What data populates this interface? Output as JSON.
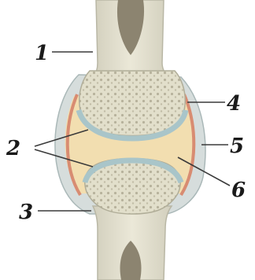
{
  "diagram": {
    "labels": {
      "l1": "1",
      "l2": "2",
      "l3": "3",
      "l4": "4",
      "l5": "5",
      "l6": "6"
    },
    "colors": {
      "bone_outline": "#b8b8a8",
      "bone_fill": "#e4e1cf",
      "spongy_fill": "#d9d5bf",
      "marrow": "#8d8470",
      "cartilage": "#b9cfd2",
      "capsule": "#ccd6d6",
      "synovial_membrane": "#d98c73",
      "joint_cavity": "#f3dfb3"
    }
  }
}
